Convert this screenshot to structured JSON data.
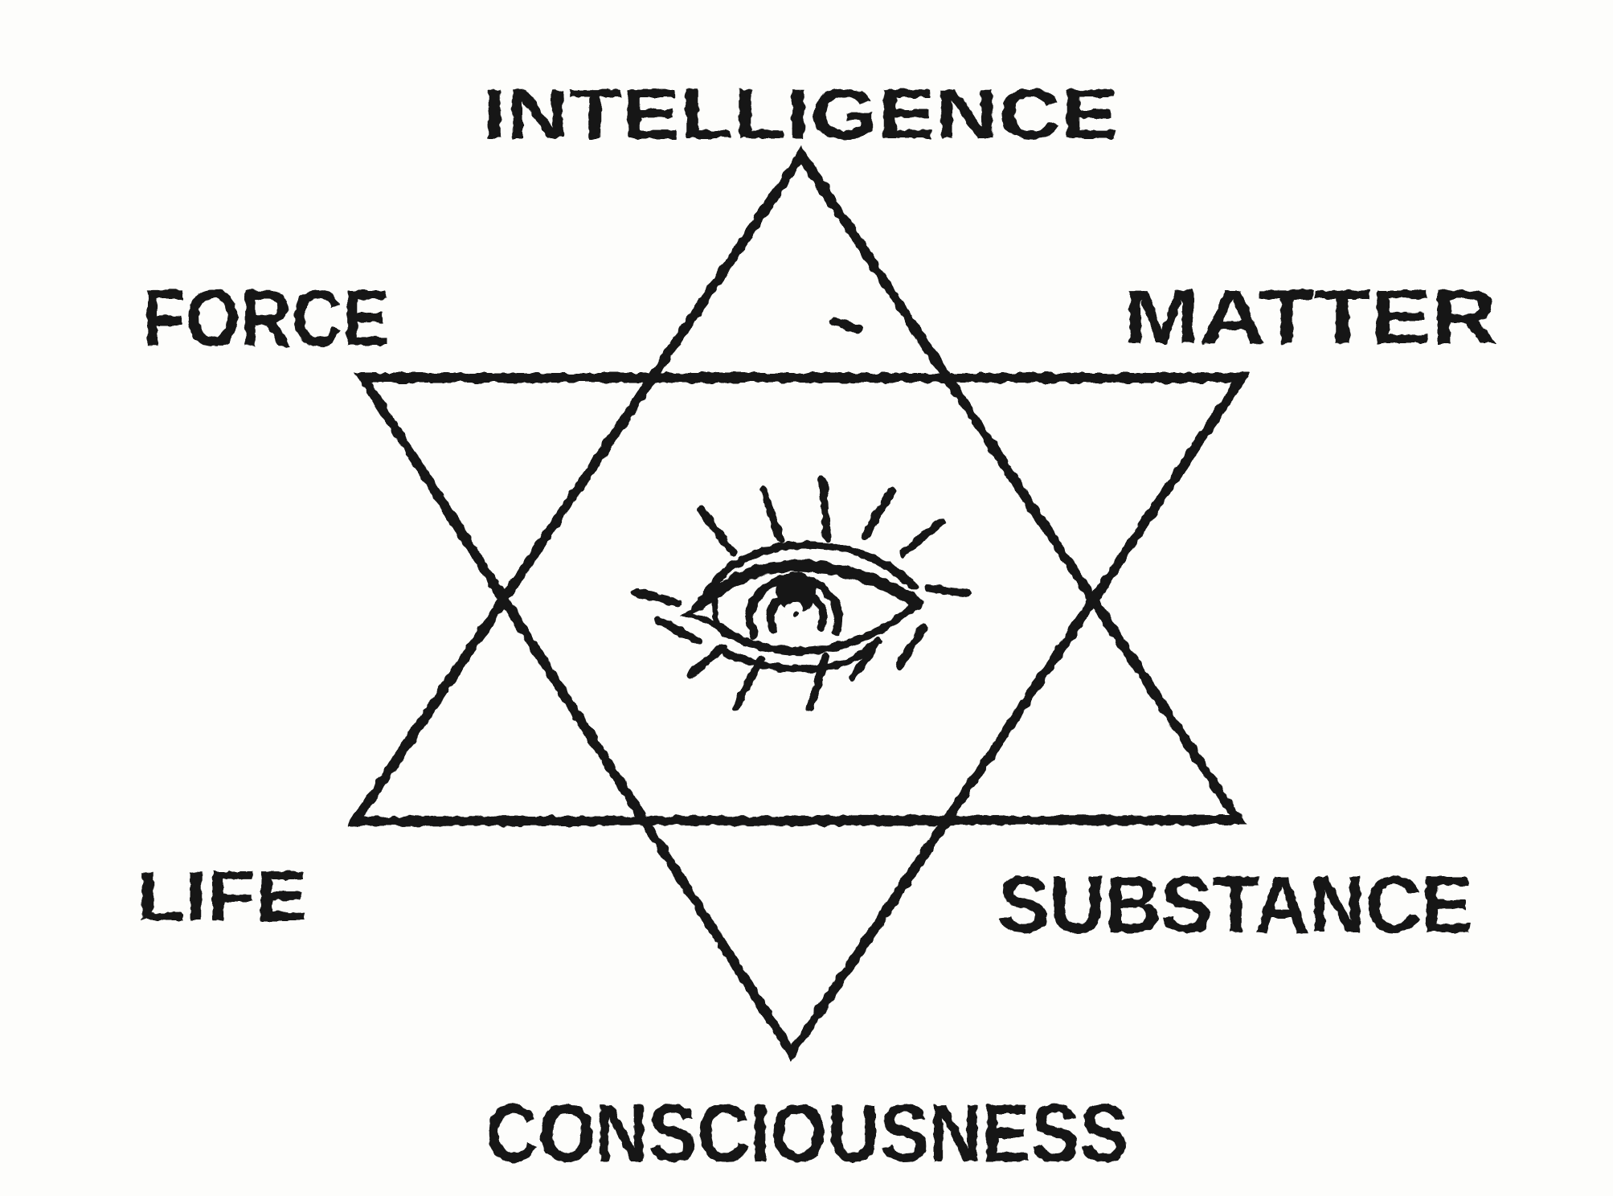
{
  "page": {
    "background_color": "#fdfdfb",
    "ink_color": "#141414"
  },
  "labels": {
    "top": "INTELLIGENCE",
    "upper_left": "FORCE",
    "upper_right": "MATTER",
    "lower_left": "LIFE",
    "lower_right": "SUBSTANCE",
    "bottom": "CONSCIOUSNESS"
  },
  "figure": {
    "name": "hexagram-with-all-seeing-eye",
    "description": "Two interlaced line triangles forming a six-pointed star; a radiant all-seeing eye with spiral iris sits at the center; a small stray ink dash prints inside the upper-right point",
    "ray_count": 13
  }
}
